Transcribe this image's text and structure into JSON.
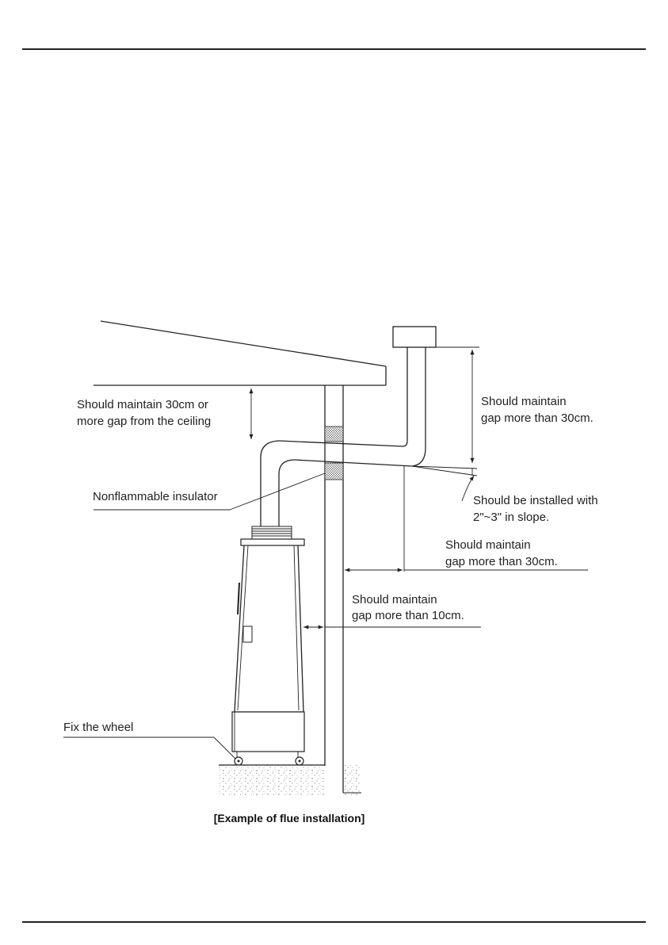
{
  "labels": {
    "ceiling_gap_line1": "Should maintain 30cm or",
    "ceiling_gap_line2": "more gap from the ceiling",
    "top_gap_line1": "Should maintain",
    "top_gap_line2": "gap more than 30cm.",
    "slope_line1": "Should be installed with",
    "slope_line2": "2\"~3\" in slope.",
    "insulator": "Nonflammable insulator",
    "wall_gap30_line1": "Should maintain",
    "wall_gap30_line2": "gap more than 30cm.",
    "wall_gap10_line1": "Should maintain",
    "wall_gap10_line2": "gap more than 10cm.",
    "wheel": "Fix the wheel"
  },
  "caption": "[Example of flue installation]"
}
